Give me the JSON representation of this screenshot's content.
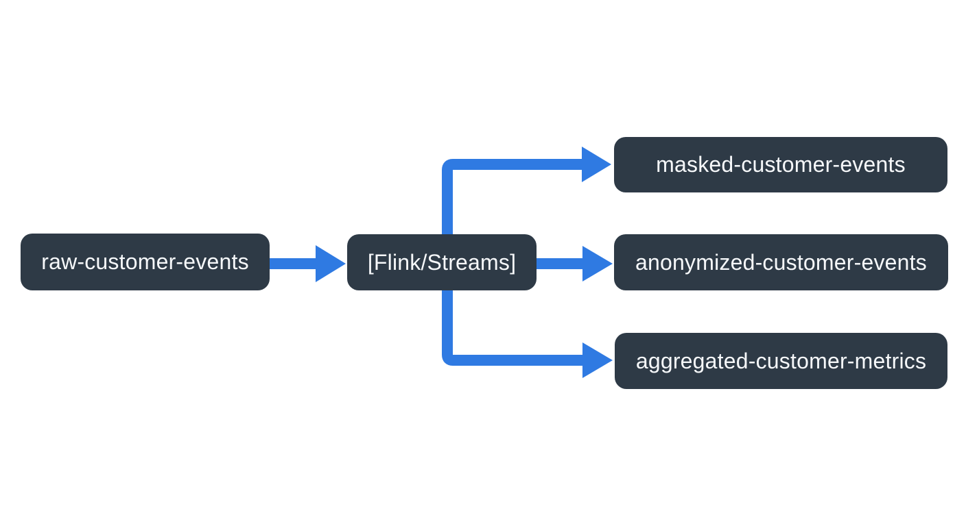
{
  "colors": {
    "background": "#ffffff",
    "node_bg": "#2e3a46",
    "node_text": "#f6f8fa",
    "arrow": "#2f7ae2"
  },
  "nodes": [
    {
      "id": "raw",
      "label": "raw-customer-events"
    },
    {
      "id": "processor",
      "label": "[Flink/Streams]"
    },
    {
      "id": "masked",
      "label": "masked-customer-events"
    },
    {
      "id": "anonymized",
      "label": "anonymized-customer-events"
    },
    {
      "id": "aggregated",
      "label": "aggregated-customer-metrics"
    }
  ],
  "edges": [
    {
      "from": "raw-customer-events",
      "to": "[Flink/Streams]"
    },
    {
      "from": "[Flink/Streams]",
      "to": "masked-customer-events"
    },
    {
      "from": "[Flink/Streams]",
      "to": "anonymized-customer-events"
    },
    {
      "from": "[Flink/Streams]",
      "to": "aggregated-customer-metrics"
    }
  ]
}
